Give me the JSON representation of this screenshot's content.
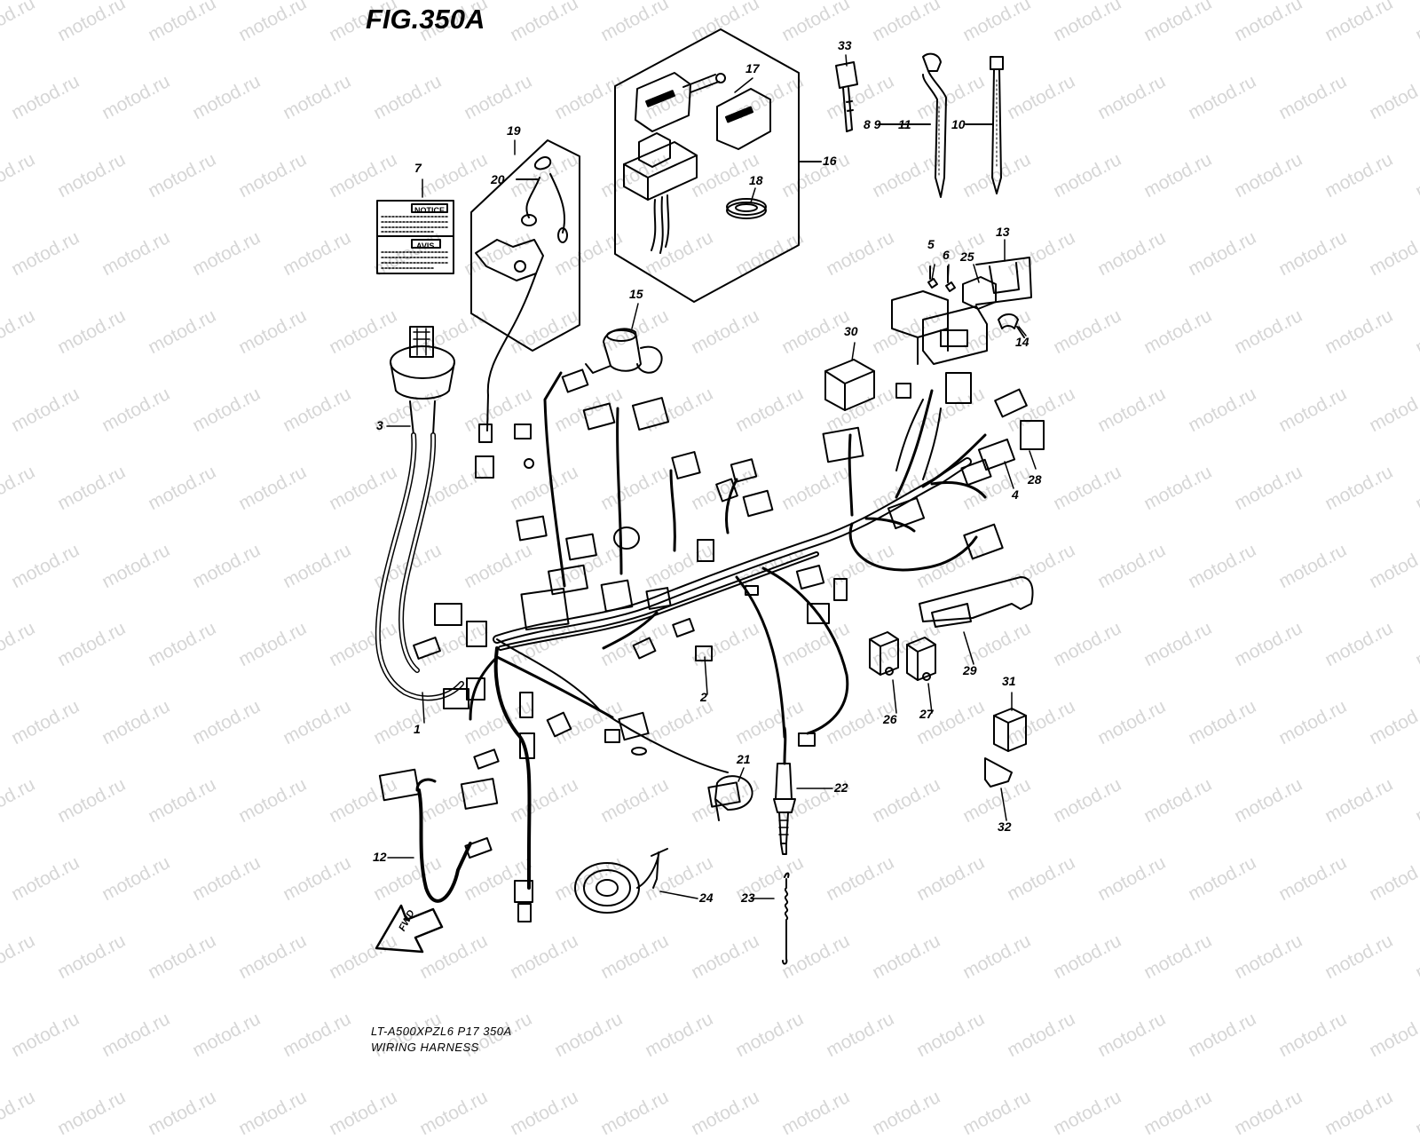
{
  "figure": {
    "title": "FIG.350A",
    "model_line": "LT-A500XPZL6  P17  350A",
    "section_name": "WIRING HARNESS"
  },
  "watermark": "motod.ru",
  "labels": {
    "notice": "NOTICE",
    "avis": "AVIS",
    "fwd": "FWD"
  },
  "callouts": {
    "c1": "1",
    "c2": "2",
    "c3": "3",
    "c4": "4",
    "c5": "5",
    "c6": "6",
    "c7": "7",
    "c8_9": "8  9",
    "c10": "10",
    "c11": "11",
    "c12": "12",
    "c13": "13",
    "c14": "14",
    "c15": "15",
    "c16": "16",
    "c17": "17",
    "c18": "18",
    "c19": "19",
    "c20": "20",
    "c21": "21",
    "c22": "22",
    "c23": "23",
    "c24": "24",
    "c25": "25",
    "c26": "26",
    "c27": "27",
    "c28": "28",
    "c29": "29",
    "c30": "30",
    "c31": "31",
    "c32": "32",
    "c33": "33"
  },
  "colors": {
    "ink": "#000000",
    "background": "#ffffff",
    "watermark": "#d6d6d6"
  }
}
